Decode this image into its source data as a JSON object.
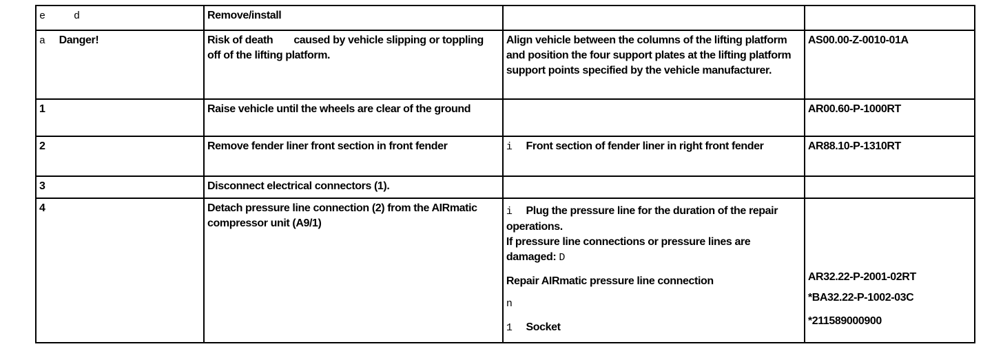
{
  "header": {
    "symbols": "e d",
    "title": "Remove/install",
    "c3": "",
    "c4": ""
  },
  "danger": {
    "symbol": "a",
    "label": "Danger!",
    "text_a": "Risk of death",
    "text_b": "caused by vehicle slipping or toppling off of the lifting platform.",
    "note": "Align vehicle between the columns of the lifting platform and position the four support plates at the lifting platform support points specified by the vehicle manufacturer.",
    "ref": "AS00.00-Z-0010-01A"
  },
  "steps": [
    {
      "num": "1",
      "text": "Raise vehicle until the wheels are clear of the ground",
      "note_sym": "",
      "note": "",
      "ref": "AR00.60-P-1000RT"
    },
    {
      "num": "2",
      "text": "Remove fender liner front section in front fender",
      "note_sym": "i",
      "note": "Front section  of fender liner in right front fender",
      "ref": "AR88.10-P-1310RT"
    },
    {
      "num": "3",
      "text": "Disconnect electrical connectors (1).",
      "note_sym": "",
      "note": "",
      "ref": ""
    }
  ],
  "step4": {
    "num": "4",
    "text": "Detach pressure line connection (2) from the AIRmatic compressor unit (A9/1)",
    "note_sym": "i",
    "note_a": "Plug the pressure line  for the duration of the repair operations.",
    "note_b": "If pressure line connections or pressure lines are damaged:",
    "note_b_sym": "D",
    "repair": "Repair AIRmatic pressure line connection",
    "n_sym": "n",
    "socket_sym": "1",
    "socket": "Socket",
    "ref_repair": "AR32.22-P-2001-02RT",
    "ref_ba": "*BA32.22-P-1002-03C",
    "ref_socket": "*211589000900"
  }
}
